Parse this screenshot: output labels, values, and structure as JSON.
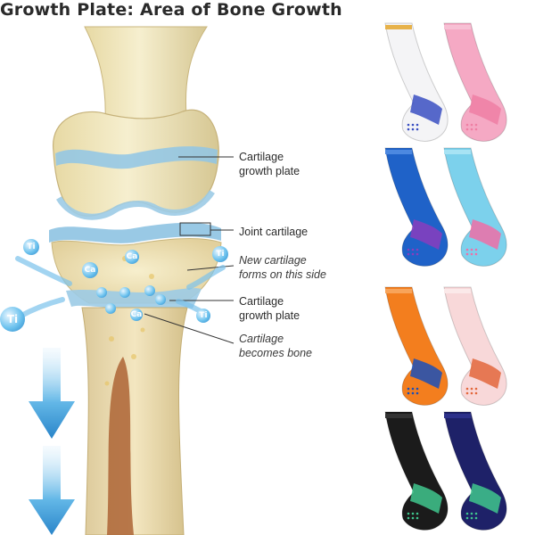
{
  "title": "Growth Plate: Area of Bone Growth",
  "annotations": {
    "cartilage_growth_plate_top": [
      "Cartilage",
      "growth plate"
    ],
    "joint_cartilage": [
      "Joint cartilage"
    ],
    "new_cartilage": [
      "New cartilage",
      "forms on this side"
    ],
    "cartilage_growth_plate_bottom": [
      "Cartilage",
      "growth plate"
    ],
    "cartilage_becomes_bone": [
      "Cartilage",
      "becomes bone"
    ]
  },
  "ion_labels": {
    "small": "Ti",
    "big": "Ti",
    "calcium": "Ca"
  },
  "colors": {
    "bone": "#f3eac6",
    "bone_shadow": "#d8cc98",
    "cartilage": "#8fc6e6",
    "marrow": "#b06a3c",
    "arrow": "#2f92d6"
  },
  "socks": [
    {
      "name": "white-blue",
      "body": "#f4f4f6",
      "accent": "#3a4fc2",
      "stripe": "#e7b24a"
    },
    {
      "name": "pink",
      "body": "#f5a9c4",
      "accent": "#ef7fa4",
      "stripe": "#f7c0d4"
    },
    {
      "name": "royal-blue",
      "body": "#1f62c8",
      "accent": "#8a3dbd",
      "stripe": "#4c88e0"
    },
    {
      "name": "sky-blue",
      "body": "#7cd1ec",
      "accent": "#ee6fa7",
      "stripe": "#a7e3f4"
    },
    {
      "name": "orange",
      "body": "#f37e1e",
      "accent": "#1a4fb8",
      "stripe": "#f8a45a"
    },
    {
      "name": "light-pink",
      "body": "#f8d8d9",
      "accent": "#e3673c",
      "stripe": "#fbe9e9"
    },
    {
      "name": "black",
      "body": "#1b1b1b",
      "accent": "#3fc58d",
      "stripe": "#333333"
    },
    {
      "name": "navy",
      "body": "#1e2168",
      "accent": "#3fc58d",
      "stripe": "#2d318a"
    }
  ]
}
